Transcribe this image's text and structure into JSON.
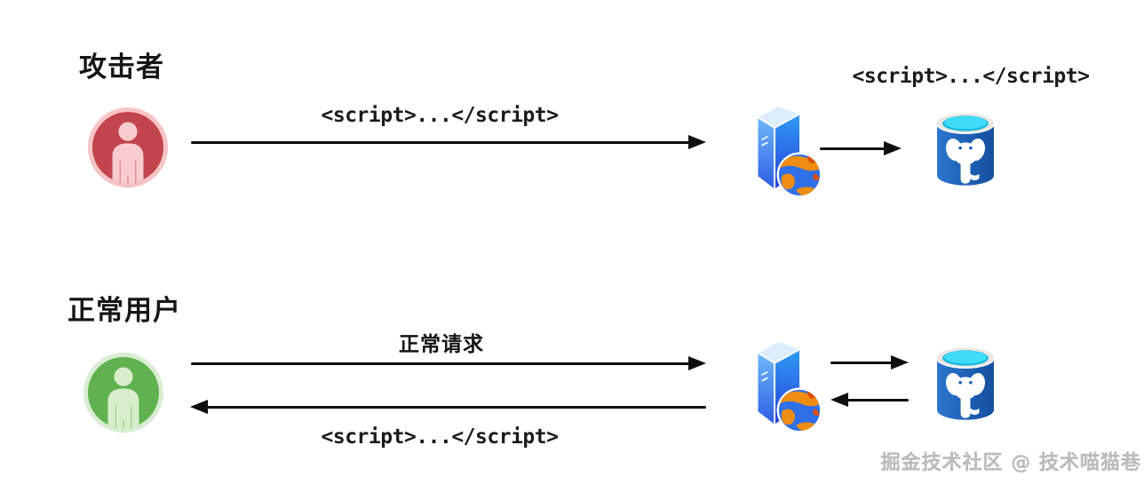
{
  "diagram": {
    "kind": "stored-xss-attack-flow",
    "attacker_row": {
      "title": "攻击者",
      "request_label": "<script>...</script>",
      "stored_label": "<script>...</script>"
    },
    "user_row": {
      "title": "正常用户",
      "request_label": "正常请求",
      "response_label": "<script>...</script>"
    },
    "watermark": "掘金技术社区 @ 技术喵猫巷"
  },
  "icons": {
    "attacker_avatar": "person-circle-red-icon",
    "user_avatar": "person-circle-green-icon",
    "web_server": "server-tower-with-globe-icon",
    "database": "postgresql-database-cylinder-icon"
  },
  "colors": {
    "background": "#ffffff",
    "arrow_black": "#0f0f0f",
    "text_black": "#161616",
    "attacker_circle": "#c2454d",
    "attacker_ring": "#f7c4c7",
    "attacker_person": "#f9cdd0",
    "user_circle": "#60b150",
    "user_ring": "#d9edd3",
    "user_person": "#d8eecb",
    "server_blue_light": "#2e9cf6",
    "server_blue_dark": "#2b3ed8",
    "globe_ocean": "#2f6fe8",
    "globe_land_orange": "#ef8d12",
    "db_body_blue": "#1d5fb4",
    "db_top_cyan": "#3fdbf8",
    "db_rim_silver": "#e8e7e5",
    "watermark_gray": "#bcbbba"
  }
}
